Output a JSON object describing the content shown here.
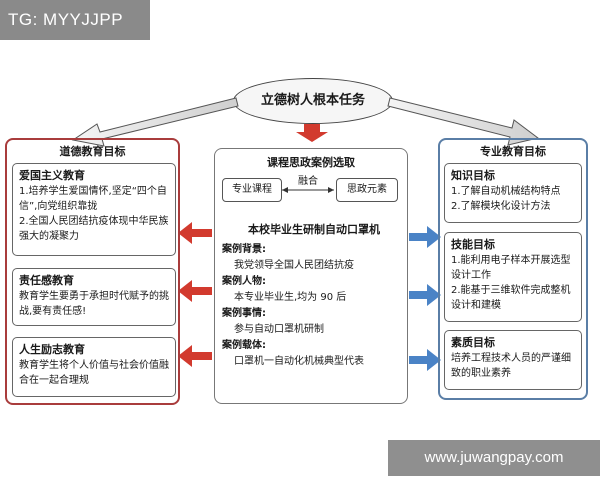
{
  "watermark_top": "TG: MYYJJPP",
  "watermark_bottom": "www.juwangpay.com",
  "center_goal": "立德树人根本任务",
  "left_panel": {
    "title": "道德教育目标",
    "cards": [
      {
        "title": "爱国主义教育",
        "lines": [
          "1.培养学生爱国情怀,坚定“四个自信”,向党组织靠拢",
          "2.全国人民团结抗疫体现中华民族强大的凝聚力"
        ]
      },
      {
        "title": "责任感教育",
        "lines": [
          "教育学生要勇于承担时代赋予的挑战,要有责任感!"
        ]
      },
      {
        "title": "人生励志教育",
        "lines": [
          "教育学生将个人价值与社会价值融合在一起合理规"
        ]
      }
    ]
  },
  "center_panel": {
    "title": "课程思政案例选取",
    "box_left": "专业课程",
    "merge_label": "融合",
    "box_right": "思政元素",
    "case_title": "本校毕业生研制自动口罩机",
    "sections": [
      {
        "label": "案例背景:",
        "value": "我党领导全国人民团结抗疫"
      },
      {
        "label": "案例人物:",
        "value": "本专业毕业生,均为 90 后"
      },
      {
        "label": "案例事情:",
        "value": "参与自动口罩机研制"
      },
      {
        "label": "案例载体:",
        "value": "口罩机一自动化机械典型代表"
      }
    ]
  },
  "right_panel": {
    "title": "专业教育目标",
    "cards": [
      {
        "title": "知识目标",
        "lines": [
          "1.了解自动机械结构特点",
          "2.了解模块化设计方法"
        ]
      },
      {
        "title": "技能目标",
        "lines": [
          "1.能利用电子样本开展选型设计工作",
          "2.能基于三维软件完成整机设计和建模"
        ]
      },
      {
        "title": "素质目标",
        "lines": [
          "培养工程技术人员的严谨细致的职业素养"
        ]
      }
    ]
  },
  "colors": {
    "left_border": "#a93c3c",
    "right_border": "#5a7ea6",
    "red_arrow": "#d23a2e",
    "blue_arrow": "#4a83c6"
  }
}
